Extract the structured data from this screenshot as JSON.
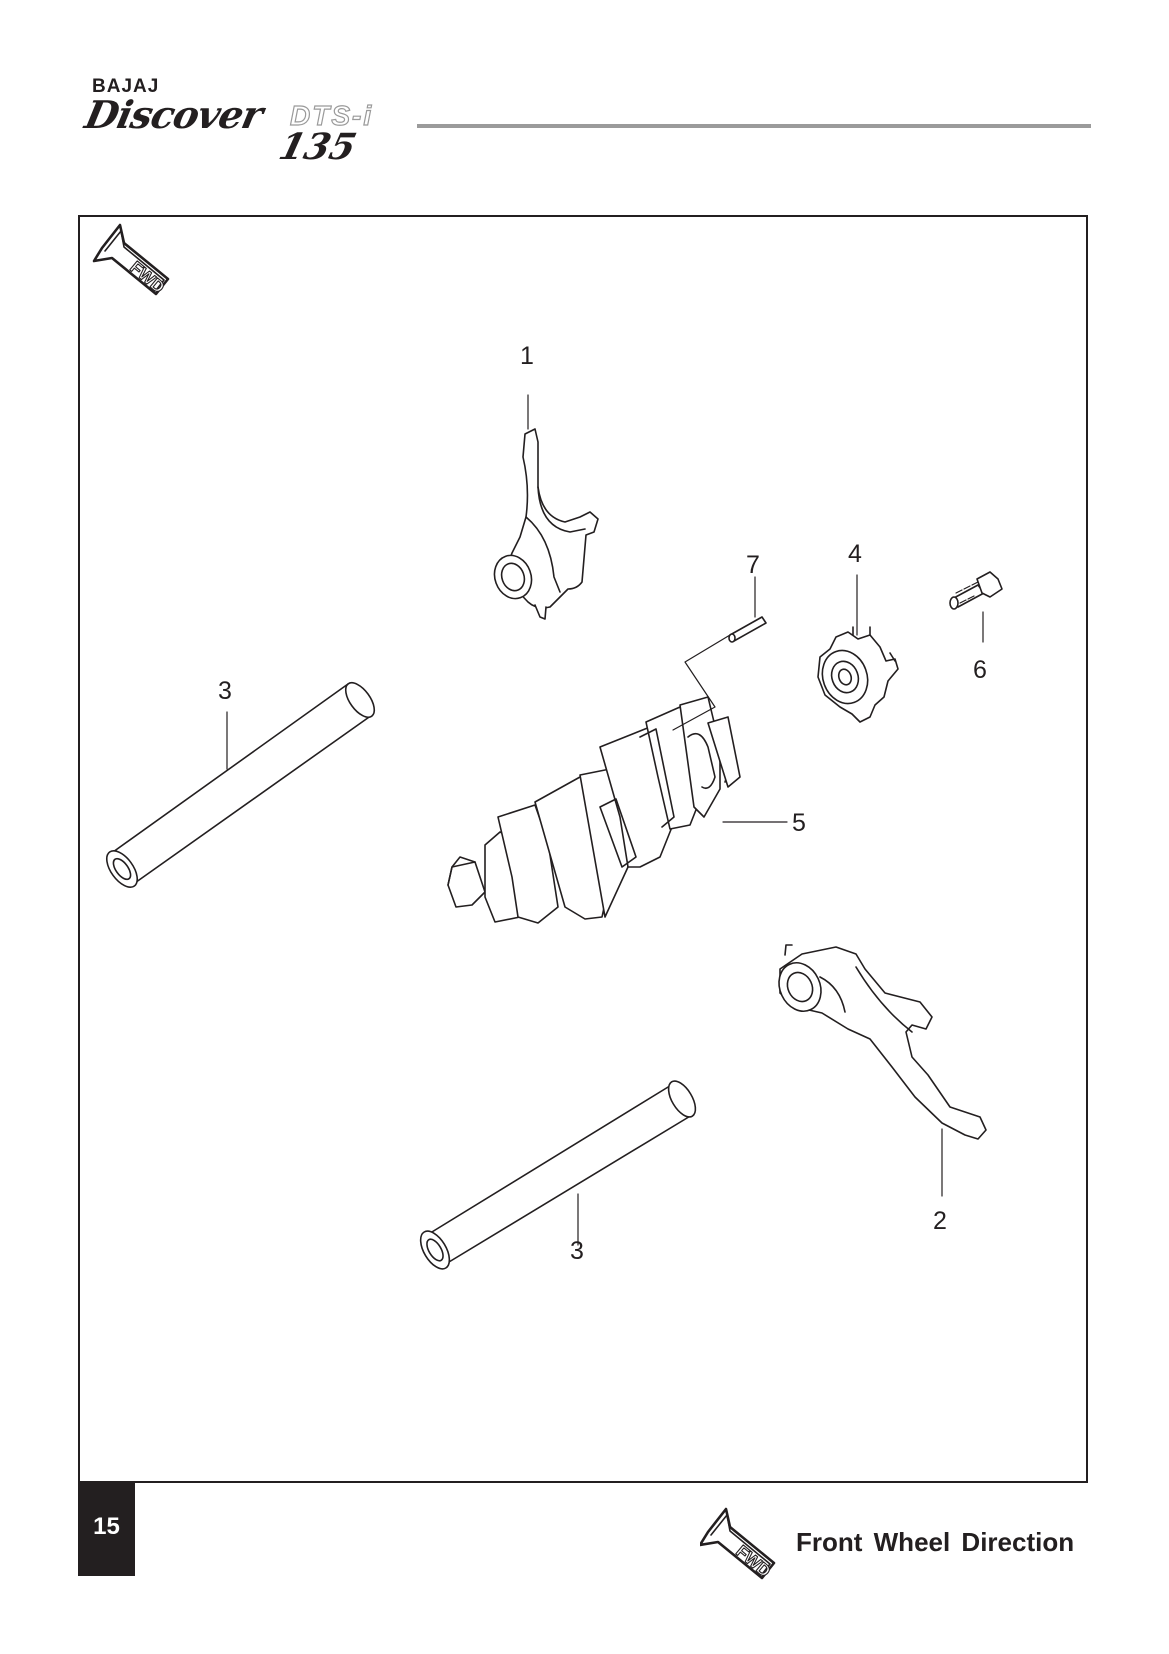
{
  "header": {
    "brand": "BAJAJ",
    "model": "Discover",
    "variant": "DTS-i",
    "displacement": "135"
  },
  "diagram": {
    "fwd_badge": "FWD",
    "callouts": [
      "1",
      "2",
      "3",
      "3",
      "4",
      "5",
      "6",
      "7"
    ]
  },
  "footer": {
    "page_number": "15",
    "fwd_badge": "FWD",
    "legend_text": "Front Wheel Direction"
  },
  "colors": {
    "ink": "#231f20",
    "rule_gray": "#9b9b9b"
  },
  "icons": [
    "fwd-arrow-icon"
  ]
}
